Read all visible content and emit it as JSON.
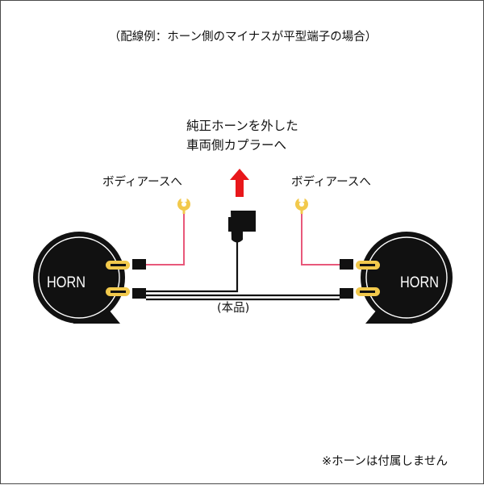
{
  "caption": "（配線例：ホーン側のマイナスが平型端子の場合）",
  "note_line1": "純正ホーンを外した",
  "note_line2": "車両側カプラーへ",
  "ground_label_left": "ボディアースへ",
  "ground_label_right": "ボディアースへ",
  "horn_left_label": "HORN",
  "horn_right_label": "HORN",
  "harness_label": "(本品)",
  "footnote": "※ホーンは付属しません",
  "colors": {
    "ground_wire": "#e8587a",
    "arrow": "#e8171b",
    "terminal": "#f2c94c",
    "horn_body": "#111111",
    "wire": "#111111"
  }
}
